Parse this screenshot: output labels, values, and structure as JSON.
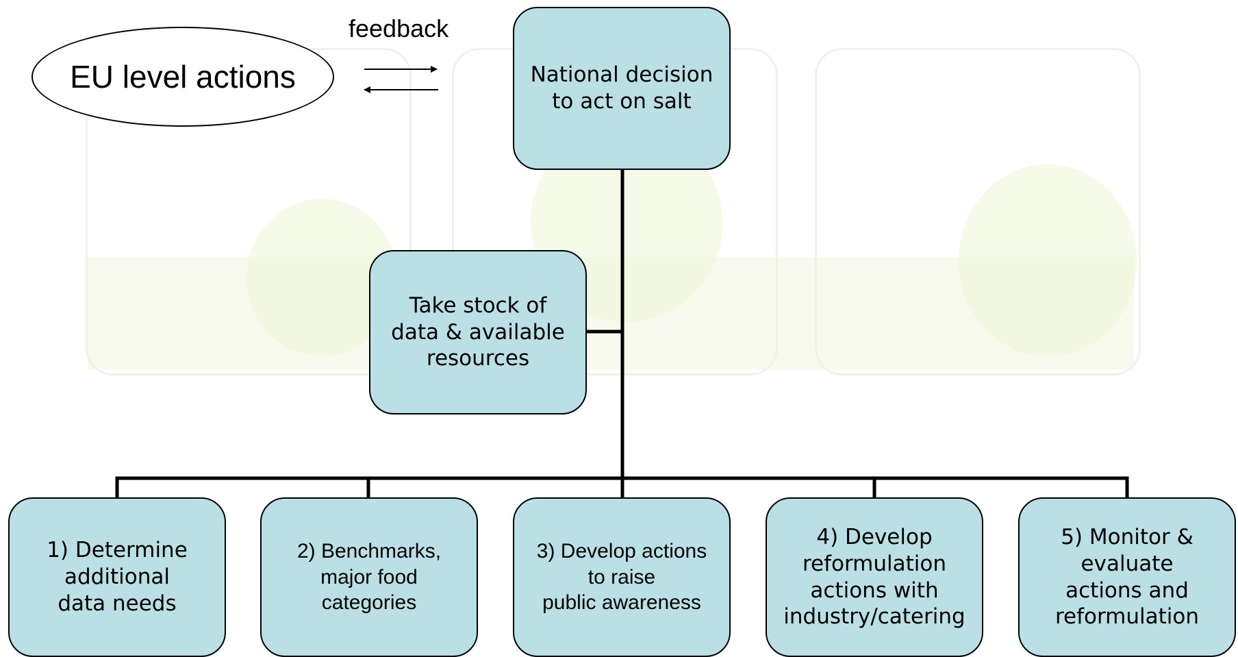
{
  "ellipse": {
    "label": "EU level actions"
  },
  "feedback": {
    "label": "feedback"
  },
  "top_box": {
    "label": "National decision\nto act on salt"
  },
  "stock_box": {
    "label": "Take stock of\ndata & available\nresources"
  },
  "steps": [
    {
      "label": "1) Determine\nadditional\ndata needs"
    },
    {
      "label": "2) Benchmarks,\nmajor food\ncategories"
    },
    {
      "label": "3) Develop actions\nto raise\npublic awareness"
    },
    {
      "label": "4) Develop\nreformulation\nactions with\nindustry/catering"
    },
    {
      "label": "5) Monitor &\nevaluate\nactions and\nreformulation"
    }
  ],
  "colors": {
    "box_fill": "#badfe4",
    "stroke": "#000000"
  }
}
